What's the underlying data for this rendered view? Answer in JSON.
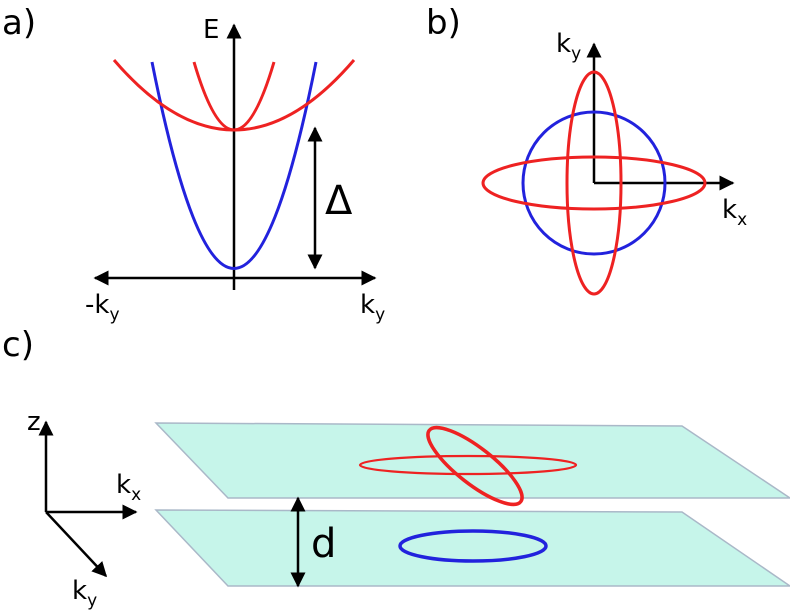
{
  "panels": {
    "a": {
      "label": "a)",
      "axis_e": "E",
      "neg_ky_prefix": "-k",
      "neg_ky_sub": "y",
      "ky_base": "k",
      "ky_sub": "y",
      "gap_symbol": "Δ"
    },
    "b": {
      "label": "b)",
      "ky_base": "k",
      "ky_sub": "y",
      "kx_base": "k",
      "kx_sub": "x"
    },
    "c": {
      "label": "c)",
      "z_label": "z",
      "kx_base": "k",
      "kx_sub": "x",
      "ky_base": "k",
      "ky_sub": "y",
      "spacing_label": "d"
    }
  },
  "colors": {
    "red": "#ee2222",
    "blue": "#2222dd",
    "plane": "#c6f5ea",
    "plane_edge": "#aab8c8",
    "axis": "#000000"
  }
}
